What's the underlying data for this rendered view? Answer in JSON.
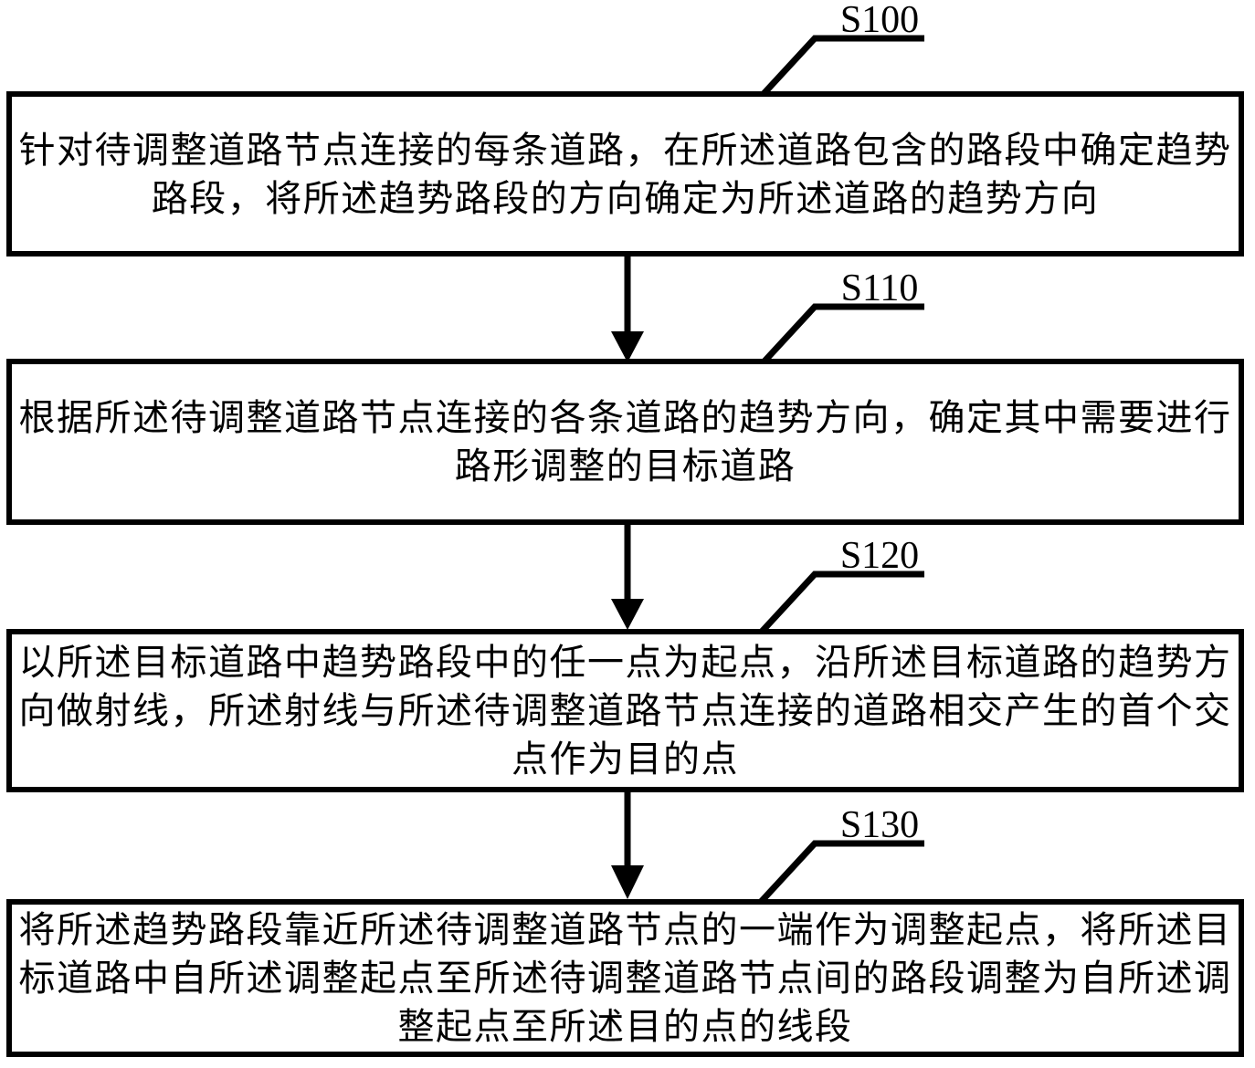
{
  "figure": {
    "background_color": "#ffffff",
    "line_color": "#000000"
  },
  "steps": [
    {
      "label": "S100",
      "lines": [
        "针对待调整道路节点连接的每条道路，在所述道路包含的路段中确定趋势",
        "路段，将所述趋势路段的方向确定为所述道路的趋势方向"
      ]
    },
    {
      "label": "S110",
      "lines": [
        "根据所述待调整道路节点连接的各条道路的趋势方向，确定其中需要进行",
        "路形调整的目标道路"
      ]
    },
    {
      "label": "S120",
      "lines": [
        "以所述目标道路中趋势路段中的任一点为起点，沿所述目标道路的趋势方",
        "向做射线，所述射线与所述待调整道路节点连接的道路相交产生的首个交",
        "点作为目的点"
      ]
    },
    {
      "label": "S130",
      "lines": [
        "将所述趋势路段靠近所述待调整道路节点的一端作为调整起点，将所述目",
        "标道路中自所述调整起点至所述待调整道路节点间的路段调整为自所述调",
        "整起点至所述目的点的线段"
      ]
    }
  ]
}
